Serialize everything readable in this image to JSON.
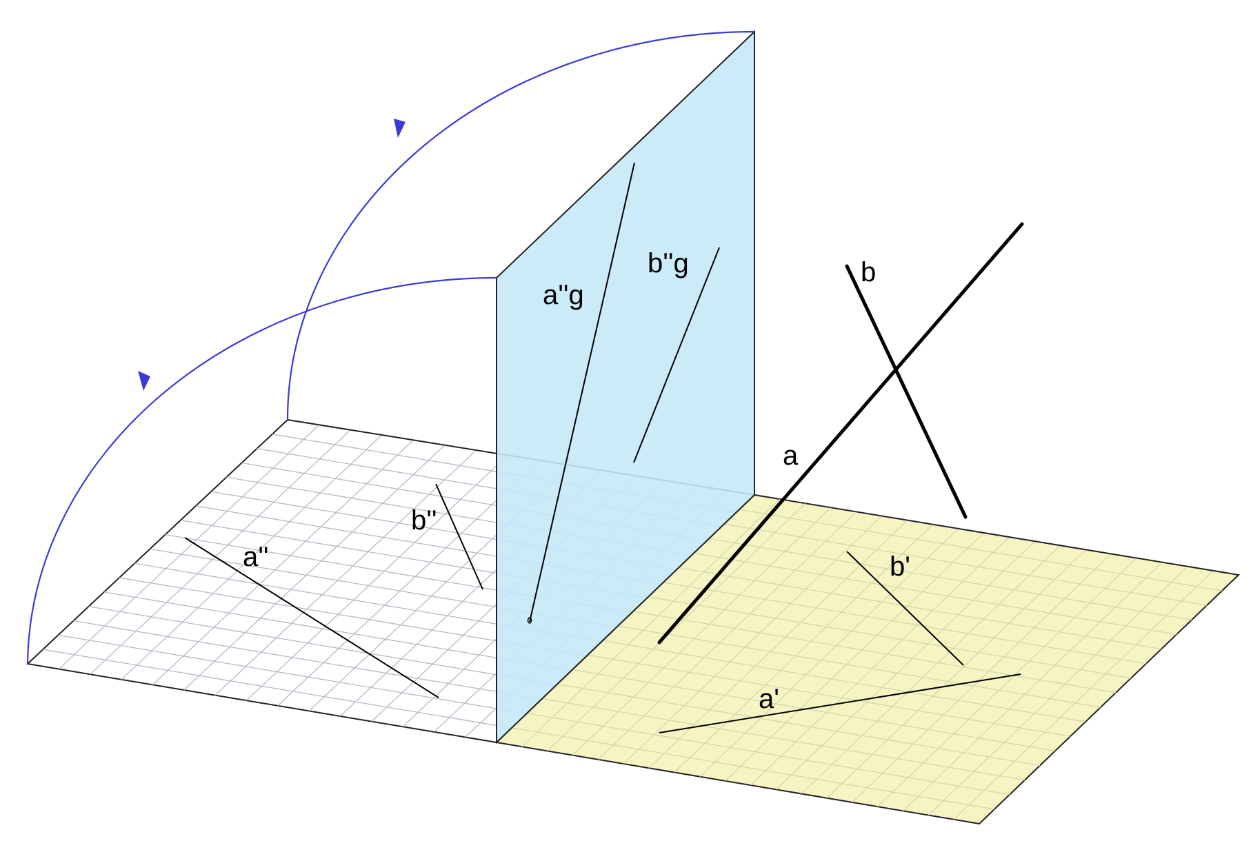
{
  "colors": {
    "background": "#ffffff",
    "profile_plane_fill": "#c5e8f8",
    "horizontal_plane_fill": "#f7f4c4",
    "left_plane_fill": "#ffffff",
    "grid_left": "#b8b8c8",
    "grid_right": "#cfd9a8",
    "rotation_arc": "#3a3ad8",
    "edge": "#222222",
    "line": "#000000"
  },
  "icons": {
    "rotation_arrow": "arrowhead-icon"
  },
  "labels": {
    "a": "a",
    "b": "b",
    "a_prime": "a'",
    "b_prime": "b'",
    "a_double_prime": "a''",
    "b_double_prime": "b''",
    "a_double_prime_g": "a''g",
    "b_double_prime_g": "b''g"
  }
}
